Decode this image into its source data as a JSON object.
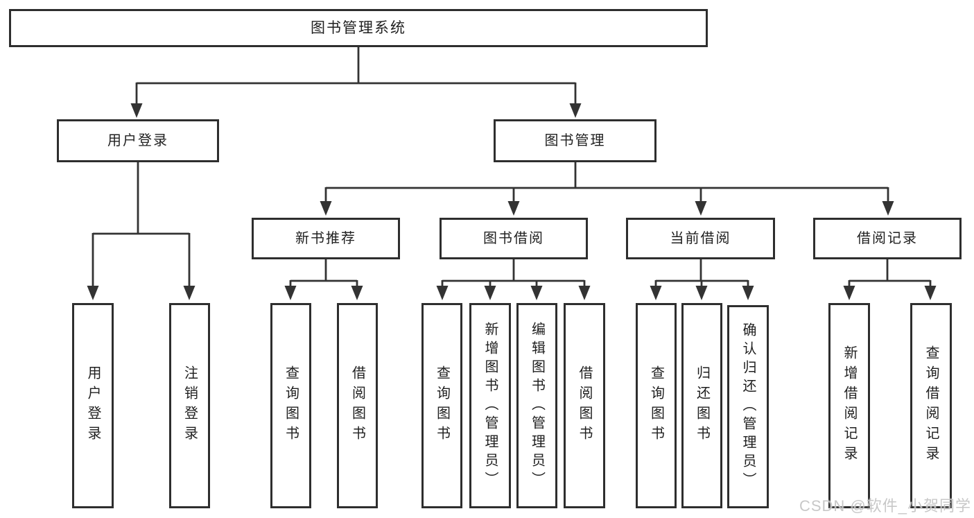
{
  "tree": {
    "root": {
      "label": "图书管理系统"
    },
    "children": [
      {
        "label": "用户登录",
        "children": [
          {
            "label": "用户登录"
          },
          {
            "label": "注销登录"
          }
        ]
      },
      {
        "label": "图书管理",
        "children": [
          {
            "label": "新书推荐",
            "children": [
              {
                "label": "查询图书"
              },
              {
                "label": "借阅图书"
              }
            ]
          },
          {
            "label": "图书借阅",
            "children": [
              {
                "label": "查询图书"
              },
              {
                "label": "新增图书（管理员）"
              },
              {
                "label": "编辑图书（管理员）"
              },
              {
                "label": "借阅图书"
              }
            ]
          },
          {
            "label": "当前借阅",
            "children": [
              {
                "label": "查询图书"
              },
              {
                "label": "归还图书"
              },
              {
                "label": "确认归还（管理员）"
              }
            ]
          },
          {
            "label": "借阅记录",
            "children": [
              {
                "label": "新增借阅记录"
              },
              {
                "label": "查询借阅记录"
              }
            ]
          }
        ]
      }
    ]
  },
  "watermark": {
    "text": "CSDN @软件_小贺同学",
    "color": "#c0c0c0"
  },
  "colors": {
    "line": "#333333",
    "box_border": "#2e2e2e",
    "text": "#1f1f1f",
    "background": "#ffffff"
  }
}
